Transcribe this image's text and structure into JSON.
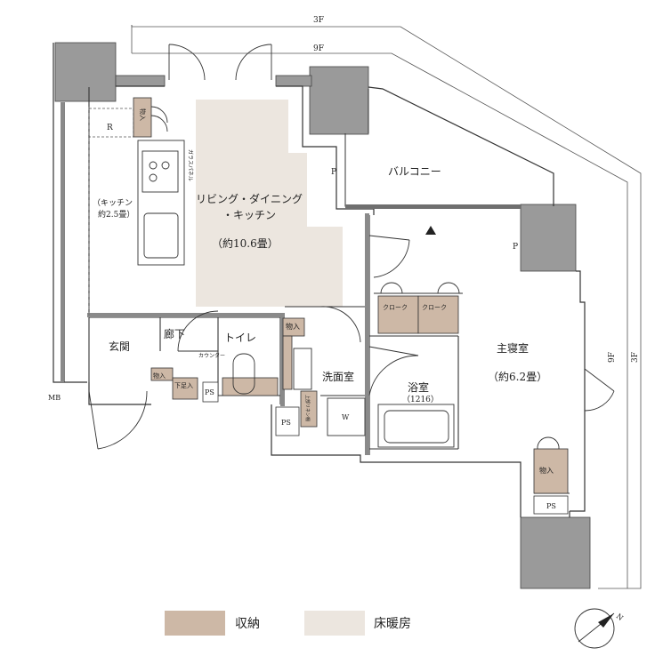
{
  "floor_markers": {
    "outer": "3F",
    "inner": "9F"
  },
  "rooms": {
    "living": {
      "line1": "リビング・ダイニング",
      "line2": "・キッチン",
      "size": "（約10.6畳）"
    },
    "kitchen": {
      "line1": "（キッチン",
      "line2": "約2.5畳）"
    },
    "balcony": "バルコニー",
    "master_bedroom": {
      "name": "主寝室",
      "size": "（約6.2畳）"
    },
    "bathroom": {
      "name": "浴室",
      "size": "（1216）"
    },
    "washroom": "洗面室",
    "toilet": "トイレ",
    "hallway": "廊下",
    "entrance": "玄関"
  },
  "small_labels": {
    "fridge": "R",
    "glass_panel": "ガラスパネル",
    "storage": "物入",
    "cloak1": "クローク",
    "cloak2": "クローク",
    "pipe": "P",
    "pipe_space": "PS",
    "washer": "W",
    "counter": "カウンター",
    "shoe_box": "下足入",
    "linen": "上部リネン棚",
    "meter_box": "MB"
  },
  "legend": {
    "storage_label": "収納",
    "floor_heating_label": "床暖房",
    "storage_color": "#cdb8a6",
    "floor_heating_color": "#ece6df"
  },
  "colors": {
    "wall": "#9a9a9a",
    "wall_dark": "#6f6f6f",
    "line": "#333333"
  }
}
